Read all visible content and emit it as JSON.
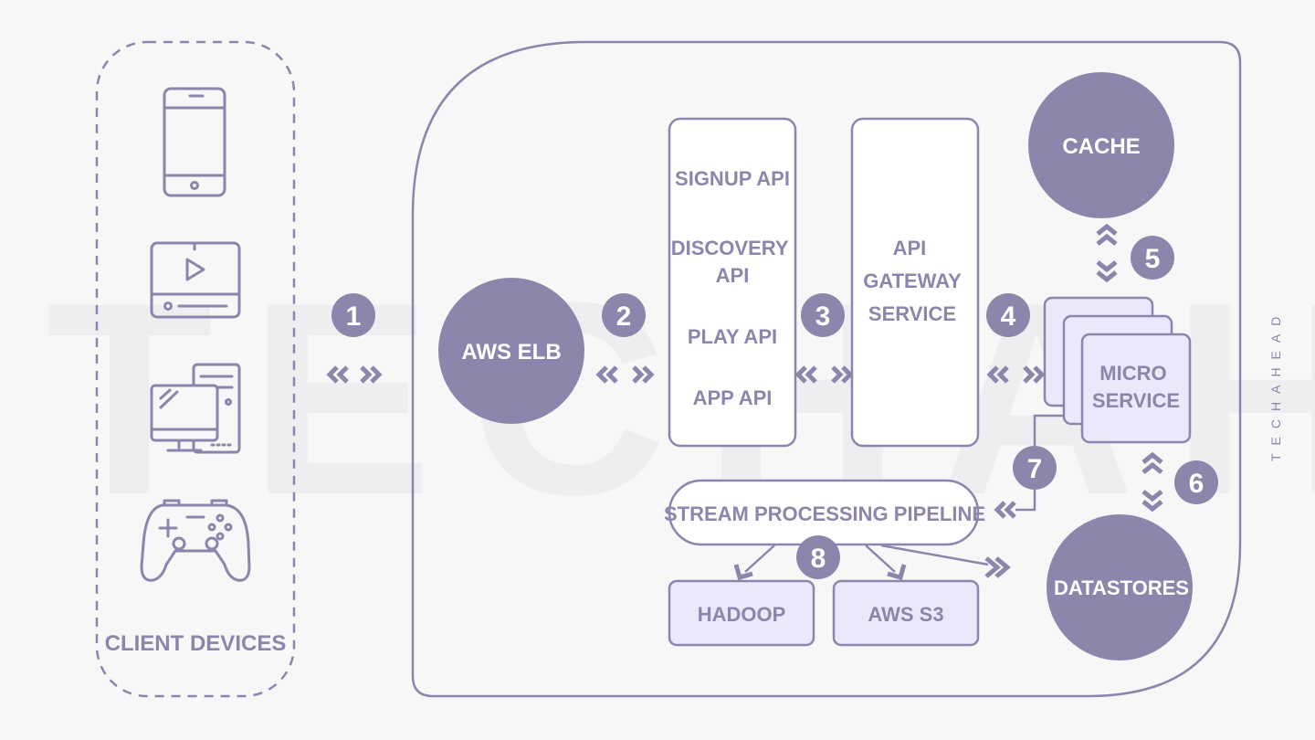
{
  "watermark": "TECHAHEAD",
  "brand": "TECHAHEAD",
  "client_devices": {
    "title": "CLIENT DEVICES",
    "icons": [
      "smartphone-icon",
      "video-player-icon",
      "desktop-computer-icon",
      "gamepad-icon"
    ]
  },
  "nodes": {
    "aws_elb": "AWS ELB",
    "apis": [
      "SIGNUP API",
      "DISCOVERY API",
      "PLAY API",
      "APP API"
    ],
    "gateway": "API GATEWAY SERVICE",
    "cache": "CACHE",
    "micro_service": "MICRO SERVICE",
    "datastores": "DATASTORES",
    "stream": "STREAM PROCESSING PIPELINE",
    "hadoop": "HADOOP",
    "aws_s3": "AWS S3"
  },
  "steps": [
    "1",
    "2",
    "3",
    "4",
    "5",
    "6",
    "7",
    "8"
  ],
  "colors": {
    "accent": "#8b86ab",
    "light_fill": "#ebe8fb",
    "background": "#f7f7f7"
  }
}
